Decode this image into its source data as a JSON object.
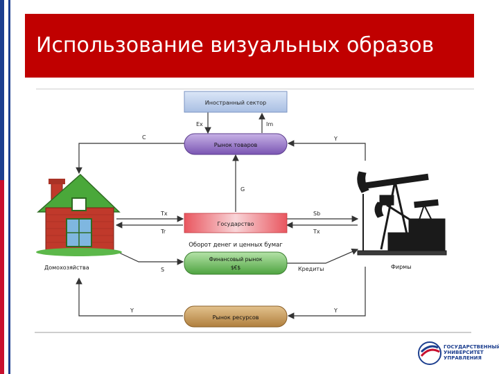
{
  "title": "Использование визуальных образов",
  "diagram": {
    "nodes": {
      "foreign": "Иностранный сектор",
      "goods_market": "Рынок товаров",
      "government": "Государство",
      "financial_line1": "Финансовый рынок",
      "financial_line2": "$€$",
      "resources": "Рынок ресурсов",
      "households": "Домохозяйства",
      "firms": "Фирмы",
      "money_turnover": "Оборот денег и ценных бумаг"
    },
    "flow_labels": {
      "ex": "Ex",
      "im": "Im",
      "c": "C",
      "y_top": "Y",
      "g": "G",
      "tx_left": "Tx",
      "tr": "Tr",
      "sb": "Sb",
      "tx_right": "Tx",
      "s": "S",
      "credits": "Кредиты",
      "y_bottom_left": "Y",
      "y_bottom_right": "Y"
    },
    "colors": {
      "foreign": "#b7c9e8",
      "goods_market": "#8f6fc0",
      "government": "#e79aa0",
      "financial": "#6fbf63",
      "resources": "#c89a5a"
    }
  },
  "logo": {
    "line1": "ГОСУДАРСТВЕННЫЙ",
    "line2": "УНИВЕРСИТЕТ",
    "line3": "УПРАВЛЕНИЯ"
  }
}
